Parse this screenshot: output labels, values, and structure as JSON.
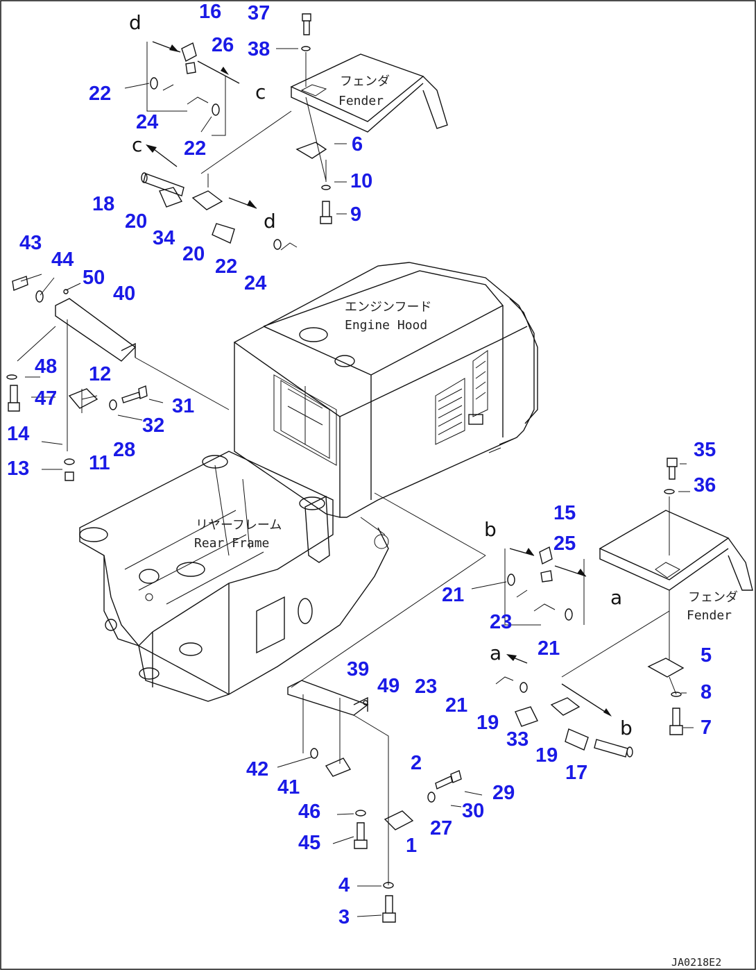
{
  "diagram": {
    "assembly_labels": {
      "fender_jp": "フェンダ",
      "fender_en": "Fender",
      "engine_hood_jp": "エンジンフード",
      "engine_hood_en": "Engine Hood",
      "rear_frame_jp": "リヤーフレーム",
      "rear_frame_en": "Rear Frame"
    },
    "callout_letters": [
      "a",
      "b",
      "c",
      "d"
    ],
    "part_numbers": [
      "1",
      "2",
      "3",
      "4",
      "5",
      "6",
      "7",
      "8",
      "9",
      "10",
      "11",
      "12",
      "13",
      "14",
      "15",
      "16",
      "17",
      "18",
      "19",
      "20",
      "21",
      "22",
      "23",
      "24",
      "25",
      "26",
      "27",
      "28",
      "29",
      "30",
      "31",
      "32",
      "33",
      "34",
      "35",
      "36",
      "37",
      "38",
      "39",
      "40",
      "41",
      "42",
      "43",
      "44",
      "45",
      "46",
      "47",
      "48",
      "49",
      "50"
    ],
    "drawing_code": "JA0218E2"
  }
}
